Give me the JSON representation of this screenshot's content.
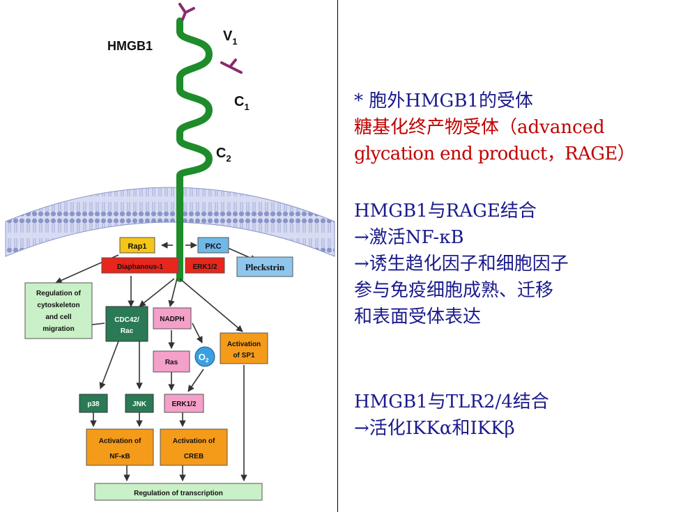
{
  "diagram": {
    "hmgb1": "HMGB1",
    "v1": "V",
    "v1_sub": "1",
    "c1": "C",
    "c1_sub": "1",
    "c2": "C",
    "c2_sub": "2",
    "rap1": "Rap1",
    "pkc": "PKC",
    "diaphanous": "Diaphanous-1",
    "erk_top": "ERK1/2",
    "pleckstrin": "Pleckstrin",
    "cytoskeleton": [
      "Regulation of",
      "cytoskeleton",
      "and cell",
      "migration"
    ],
    "cdc42": [
      "CDC42/",
      "Rac"
    ],
    "nadph": "NADPH",
    "o2": "O",
    "o2_sub": "2",
    "sp1": [
      "Activation",
      "of SP1"
    ],
    "ras": "Ras",
    "p38": "p38",
    "jnk": "JNK",
    "erk_bottom": "ERK1/2",
    "nfkb": [
      "Activation of",
      "NF-κB"
    ],
    "creb": [
      "Activation of",
      "CREB"
    ],
    "transcription": "Regulation of transcription"
  },
  "text": {
    "line1": "* 胞外HMGB1的受体",
    "line2": " 糖基化终产物受体（advanced",
    "line3": "glycation end product，RAGE）",
    "line4": "HMGB1与RAGE结合",
    "line5": " →激活NF-κB",
    "line6": "  →诱生趋化因子和细胞因子",
    "line7": "    参与免疫细胞成熟、迁移",
    "line8": "    和表面受体表达",
    "line9": "HMGB1与TLR2/4结合",
    "line10": "  →活化IKKα和IKKβ"
  },
  "colors": {
    "receptor": "#1e8c2a",
    "v_domain": "#8b2a6e",
    "rap1": "#f5c518",
    "pkc": "#6fb8e8",
    "red_box": "#e8261c",
    "pleckstrin": "#8ec6ee",
    "green_box": "#2a7a55",
    "pink_box": "#f4a0c8",
    "orange_box": "#f59b1a",
    "light_green_box": "#c9f0c6",
    "membrane": "#9fa9d4",
    "navy_text": "#1a1a8c",
    "red_text": "#c00000"
  }
}
